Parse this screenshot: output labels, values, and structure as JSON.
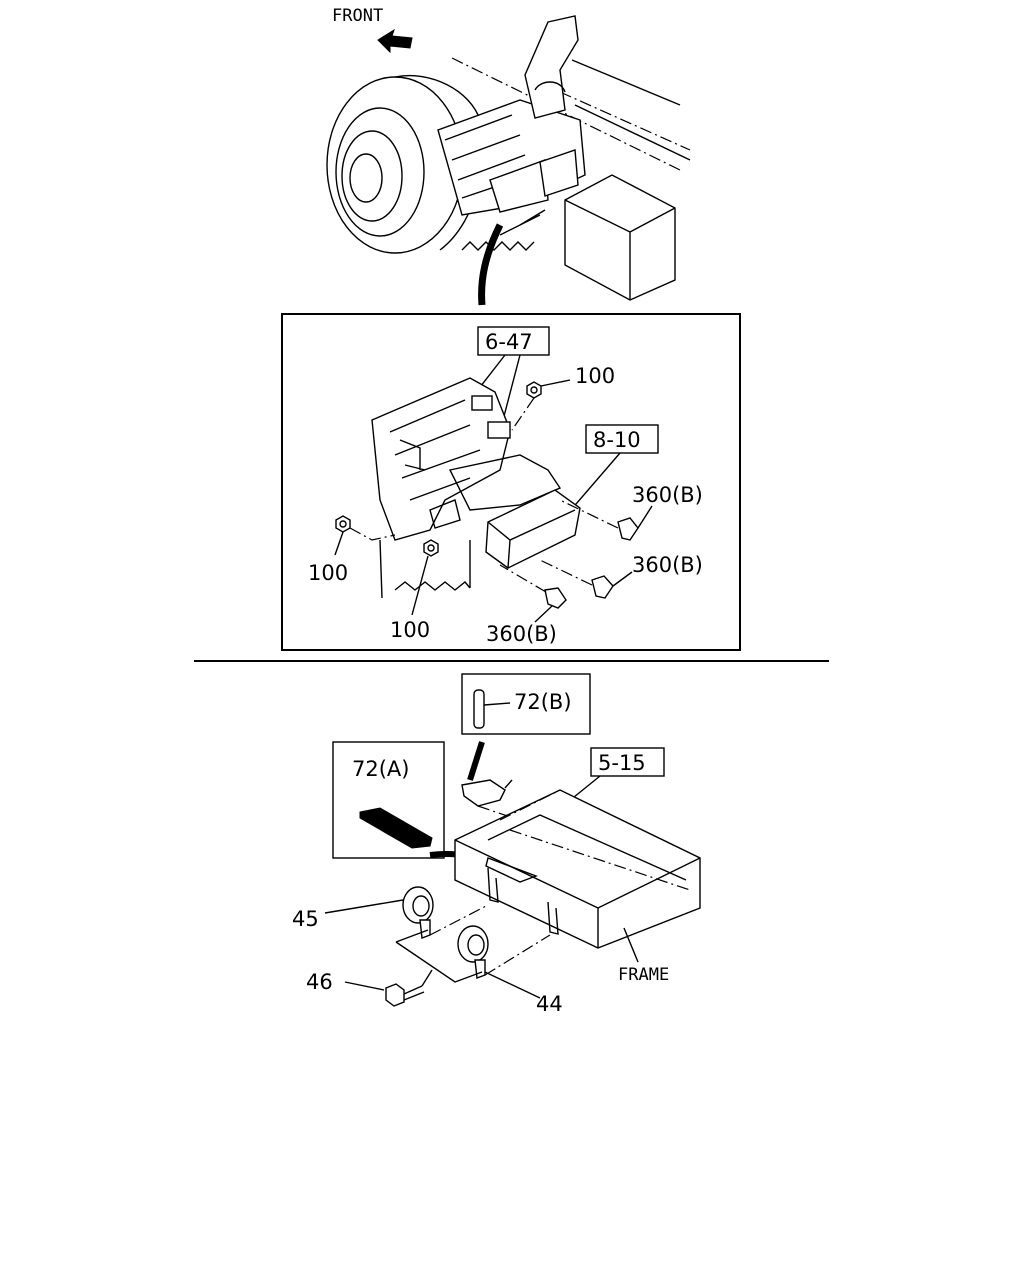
{
  "labels": {
    "front": "FRONT",
    "ref_6_47": "6-47",
    "ref_8_10": "8-10",
    "ref_5_15": "5-15",
    "nut_100_top": "100",
    "nut_100_left": "100",
    "nut_100_bottom": "100",
    "bolt_360b_right_upper": "360(B)",
    "bolt_360b_right_lower": "360(B)",
    "bolt_360b_bottom": "360(B)",
    "part_72b": "72(B)",
    "part_72a": "72(A)",
    "part_45": "45",
    "part_46": "46",
    "part_44": "44",
    "frame": "FRAME"
  }
}
